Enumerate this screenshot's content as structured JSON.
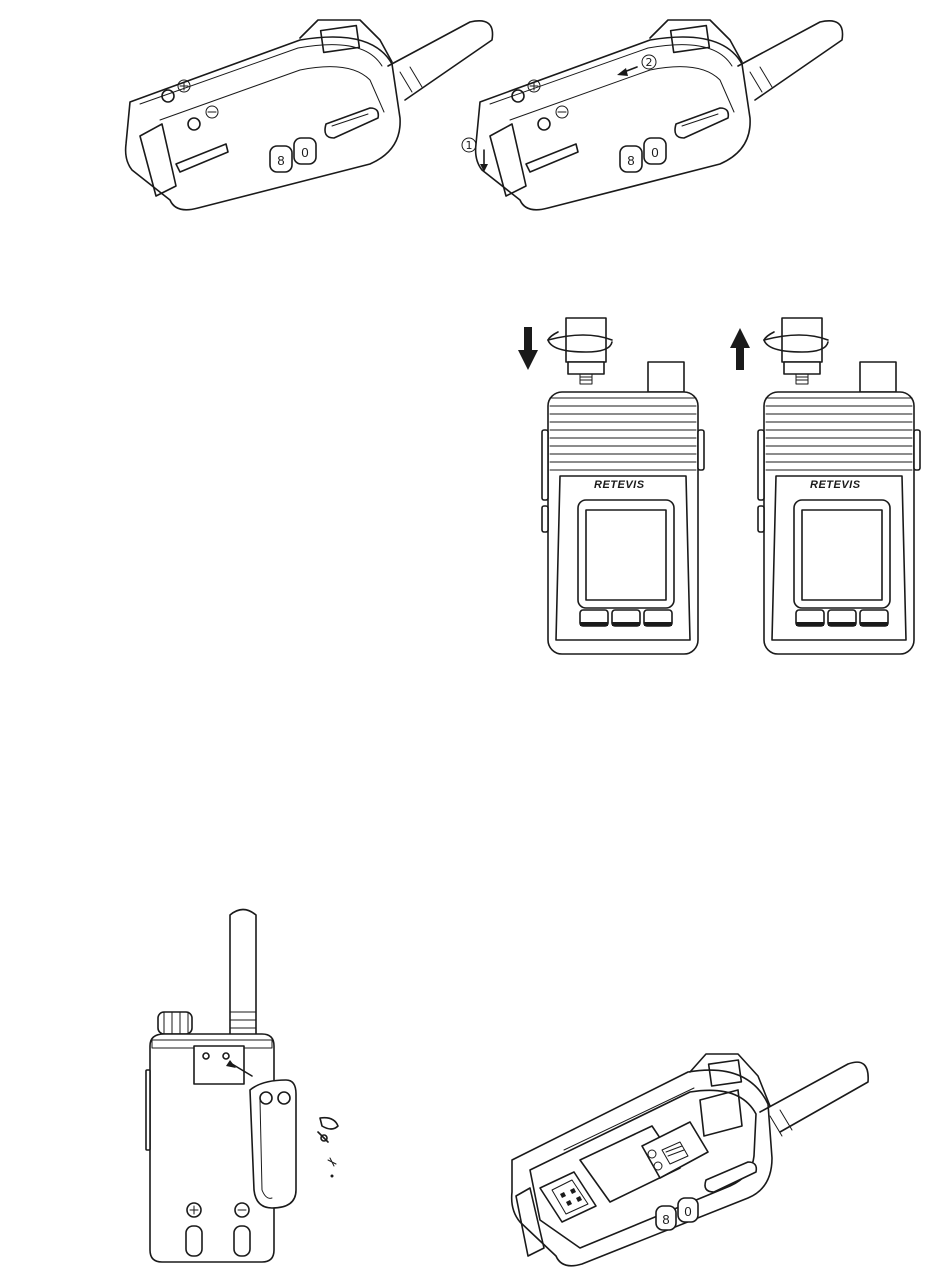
{
  "brand_text": "RETEVIS",
  "steps": {
    "first": "1",
    "second": "2"
  },
  "keys": {
    "left": "8",
    "right": "0"
  },
  "polarity": {
    "plus": "+",
    "minus": "−"
  }
}
